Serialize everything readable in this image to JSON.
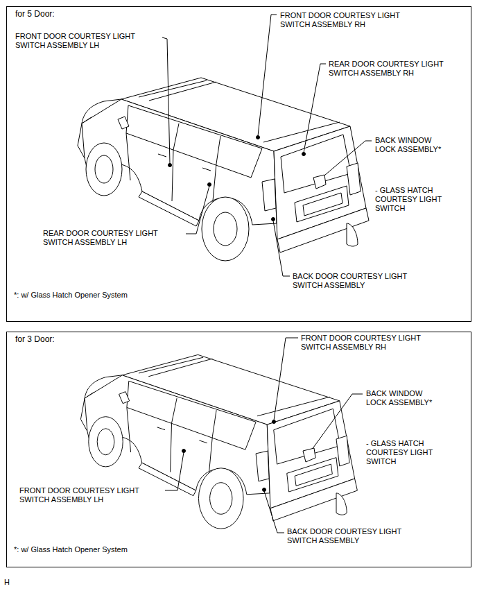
{
  "diagram": {
    "nodes": [
      {
        "text": [
          "for 5 Door:"
        ]
      },
      {
        "text": [
          "for 3 Door:"
        ]
      }
    ],
    "labels": [
      "FRONT DOOR COURTESY LIGHT SWITCH ASSEMBLY LH",
      "FRONT DOOR COURTESY LIGHT SWITCH ASSEMBLY RH",
      "REAR DOOR COURTESY LIGHT SWITCH ASSEMBLY RH",
      "BACK WINDOW LOCK ASSEMBLY*",
      "- GLASS HATCH COURTESY LIGHT SWITCH",
      "REAR DOOR COURTESY LIGHT SWITCH ASSEMBLY LH",
      "BACK DOOR COURTESY LIGHT SWITCH ASSEMBLY",
      "*: w/ Glass Hatch Opener System",
      "FRONT DOOR COURTESY LIGHT SWITCH ASSEMBLY RH",
      "BACK WINDOW LOCK ASSEMBLY*",
      "- GLASS HATCH COURTESY LIGHT SWITCH",
      "FRONT DOOR COURTESY LIGHT SWITCH ASSEMBLY LH",
      "BACK DOOR COURTESY LIGHT SWITCH ASSEMBLY",
      "*: w/ Glass Hatch Opener System",
      "H"
    ]
  }
}
